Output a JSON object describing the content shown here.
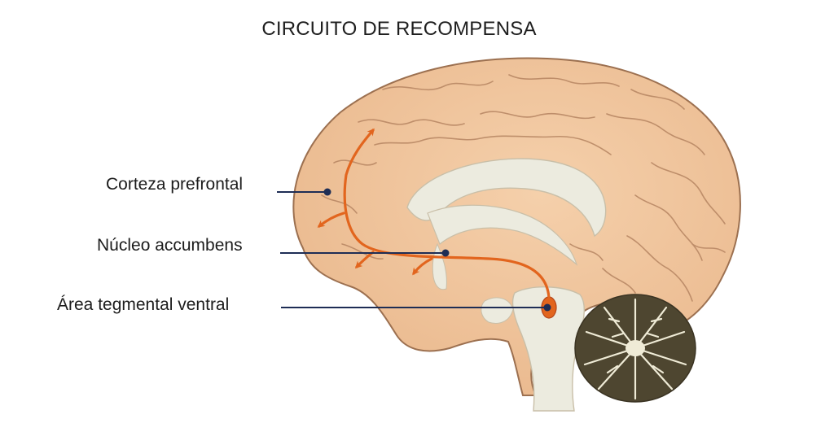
{
  "title": "CIRCUITO DE RECOMPENSA",
  "labels": {
    "prefrontal_cortex": "Corteza prefrontal",
    "nucleus_accumbens": "Núcleo accumbens",
    "ventral_tegmental_area": "Área tegmental ventral"
  },
  "colors": {
    "brain_fill": "#f2c8a0",
    "brain_outline": "#9c7050",
    "white_matter": "#ecebdf",
    "pathway": "#e2651e",
    "pointer_line": "#1e2d55",
    "cerebellum_dark": "#4e4630",
    "cerebellum_light": "#efebd6"
  }
}
